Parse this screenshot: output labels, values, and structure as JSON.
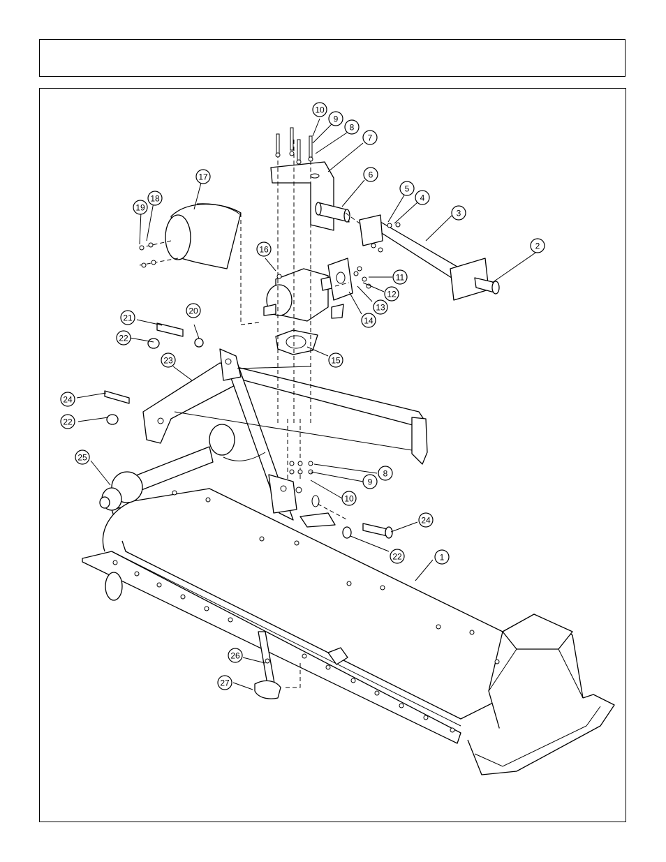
{
  "header": {
    "title": ""
  },
  "callouts": [
    {
      "label": "1"
    },
    {
      "label": "2"
    },
    {
      "label": "3"
    },
    {
      "label": "4"
    },
    {
      "label": "5"
    },
    {
      "label": "6"
    },
    {
      "label": "7"
    },
    {
      "label": "8"
    },
    {
      "label": "9"
    },
    {
      "label": "10"
    },
    {
      "label": "11"
    },
    {
      "label": "12"
    },
    {
      "label": "13"
    },
    {
      "label": "14"
    },
    {
      "label": "15"
    },
    {
      "label": "16"
    },
    {
      "label": "17"
    },
    {
      "label": "18"
    },
    {
      "label": "19"
    },
    {
      "label": "20"
    },
    {
      "label": "21"
    },
    {
      "label": "22"
    },
    {
      "label": "22"
    },
    {
      "label": "22"
    },
    {
      "label": "23"
    },
    {
      "label": "24"
    },
    {
      "label": "24"
    },
    {
      "label": "25"
    },
    {
      "label": "26"
    },
    {
      "label": "27"
    },
    {
      "label": "8"
    },
    {
      "label": "9"
    },
    {
      "label": "10"
    }
  ]
}
